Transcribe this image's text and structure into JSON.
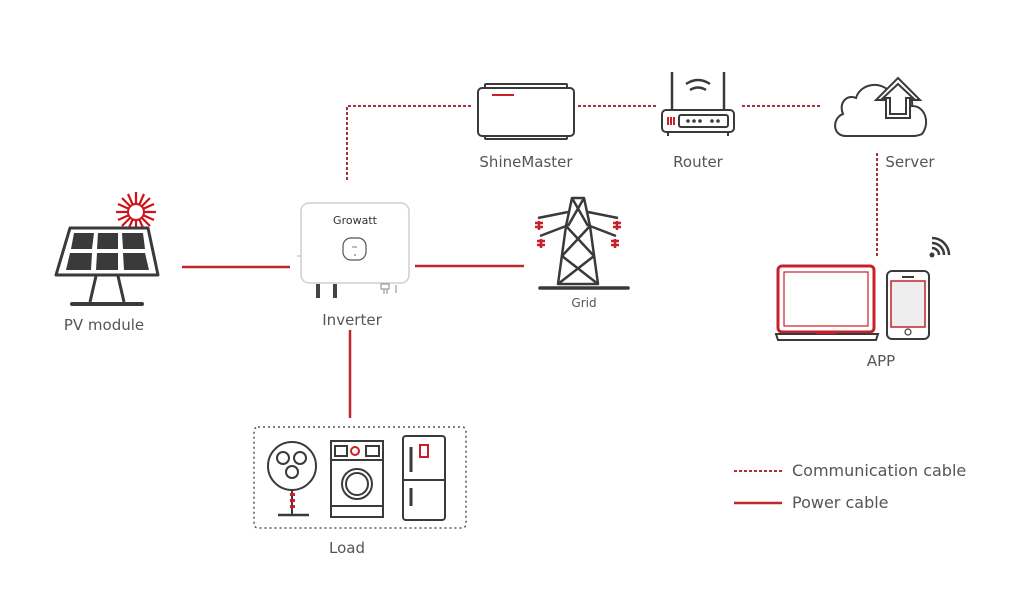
{
  "nodes": {
    "pv_module": {
      "label": "PV module"
    },
    "inverter": {
      "label": "Inverter",
      "brand": "Growatt"
    },
    "grid": {
      "label": "Grid"
    },
    "shinemaster": {
      "label": "ShineMaster"
    },
    "router": {
      "label": "Router"
    },
    "server": {
      "label": "Server"
    },
    "app": {
      "label": "APP"
    },
    "load": {
      "label": "Load"
    }
  },
  "legend": {
    "communication": "Communication cable",
    "power": "Power cable"
  },
  "colors": {
    "accent": "#c8202a",
    "cable": "#c0272d",
    "comm_cable": "#a8323a",
    "icon": "#3a3a3a",
    "text": "#555555"
  }
}
